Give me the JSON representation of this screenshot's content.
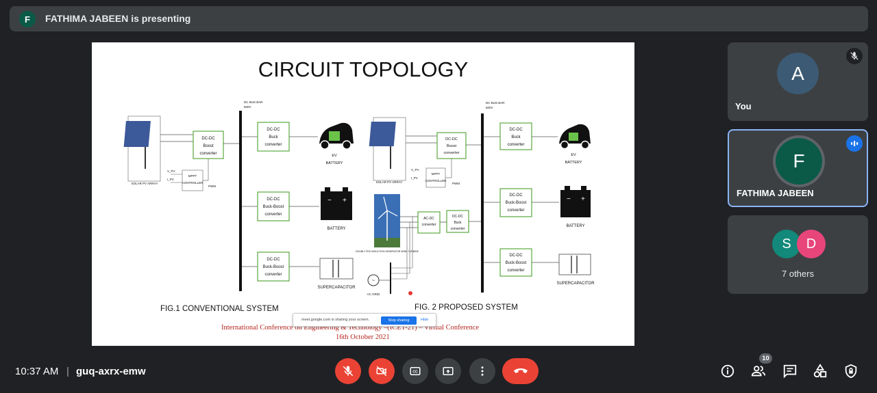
{
  "presenting": {
    "avatar_letter": "F",
    "text": "FATHIMA JABEEN is presenting"
  },
  "slide": {
    "title": "CIRCUIT TOPOLOGY",
    "fig1_caption": "FIG.1 CONVENTIONAL SYSTEM",
    "fig2_caption": "FIG. 2 PROPOSED SYSTEM",
    "conference": "International Conference on Engineering & Technology –(ICET-21) – Virtual Conference",
    "date": "16th October 2021",
    "labels": {
      "dc_bus_bar": "DC BUS BAR",
      "dc_bus_voltage": "500V",
      "solar_pv_array": "SOLAR PV ARRAY",
      "mppt_controller": "MPPT CONTROLLER",
      "mppt": "MPPT",
      "controller": "CONTROLLER",
      "pwm": "PWM",
      "v_pv": "V_PV",
      "i_pv": "I_PV",
      "dc_dc": "DC-DC",
      "boost": "Boost",
      "buck": "Buck",
      "buck_boost": "Buck-Boost",
      "converter": "converter",
      "ev": "EV",
      "battery": "BATTERY",
      "supercapacitor": "SUPERCAPACITOR",
      "ac_dc": "AC-DC",
      "wind_label": "DOUBLY FED INDUCTION GENERATOR WIND TURBINE",
      "ac_grid": "AC GRID"
    },
    "share_bar": {
      "message": "meet.google.com is sharing your screen.",
      "stop_label": "Stop sharing",
      "hide_label": "Hide"
    }
  },
  "tiles": {
    "you": {
      "avatar_letter": "A",
      "name": "You",
      "avatar_color": "#3c5a73"
    },
    "fathima": {
      "avatar_letter": "F",
      "name": "FATHIMA JABEEN",
      "avatar_color": "#0b5a48"
    },
    "others": {
      "avatars": [
        {
          "letter": "S",
          "color": "#12897a"
        },
        {
          "letter": "D",
          "color": "#e8457b"
        }
      ],
      "label": "7 others"
    }
  },
  "bottom": {
    "time": "10:37 AM",
    "separator": "|",
    "meeting_code": "guq-axrx-emw",
    "people_count": "10",
    "controls": [
      "microphone-off-icon",
      "camera-off-icon",
      "captions-icon",
      "present-screen-icon",
      "more-options-icon",
      "end-call-icon"
    ],
    "right_icons": [
      "info-icon",
      "people-icon",
      "chat-icon",
      "activities-icon",
      "host-controls-icon"
    ]
  },
  "colors": {
    "background": "#202124",
    "surface": "#3c4043",
    "danger": "#ea4335",
    "active_border": "#8ab4f8",
    "accent_blue": "#1a73e8"
  }
}
